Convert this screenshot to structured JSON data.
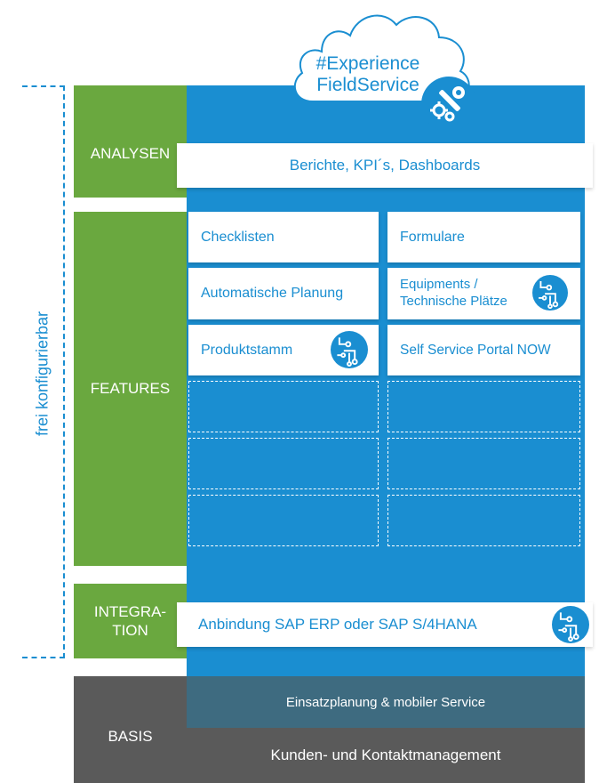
{
  "side": {
    "label": "frei konfigurierbar"
  },
  "cloud": {
    "line1": "#Experience",
    "line2": "FieldService",
    "icon": "wrench-gears-icon"
  },
  "layers": {
    "analysen": {
      "label": "ANALYSEN",
      "item": "Berichte, KPI´s, Dashboards"
    },
    "features": {
      "label": "FEATURES",
      "items": [
        {
          "label": "Checklisten"
        },
        {
          "label": "Formulare"
        },
        {
          "label": "Automatische Planung"
        },
        {
          "label": "Equipments /",
          "label2": "Technische Plätze",
          "icon": "circuit-icon"
        },
        {
          "label": "Produktstamm",
          "icon": "circuit-icon"
        },
        {
          "label": "Self Service Portal NOW"
        }
      ]
    },
    "integration": {
      "label1": "INTEGRA-",
      "label2": "TION",
      "item": "Anbindung SAP ERP oder SAP S/4HANA",
      "icon": "circuit-icon"
    },
    "basis": {
      "label": "BASIS",
      "items": [
        "Einsatzplanung & mobiler Service",
        "Kunden- und Kontaktmanagement"
      ]
    }
  },
  "colors": {
    "blue": "#1a8ed1",
    "green": "#6aa83f",
    "dark_gray": "#5a5a5a",
    "teal": "#3e6b80",
    "white": "#ffffff"
  }
}
